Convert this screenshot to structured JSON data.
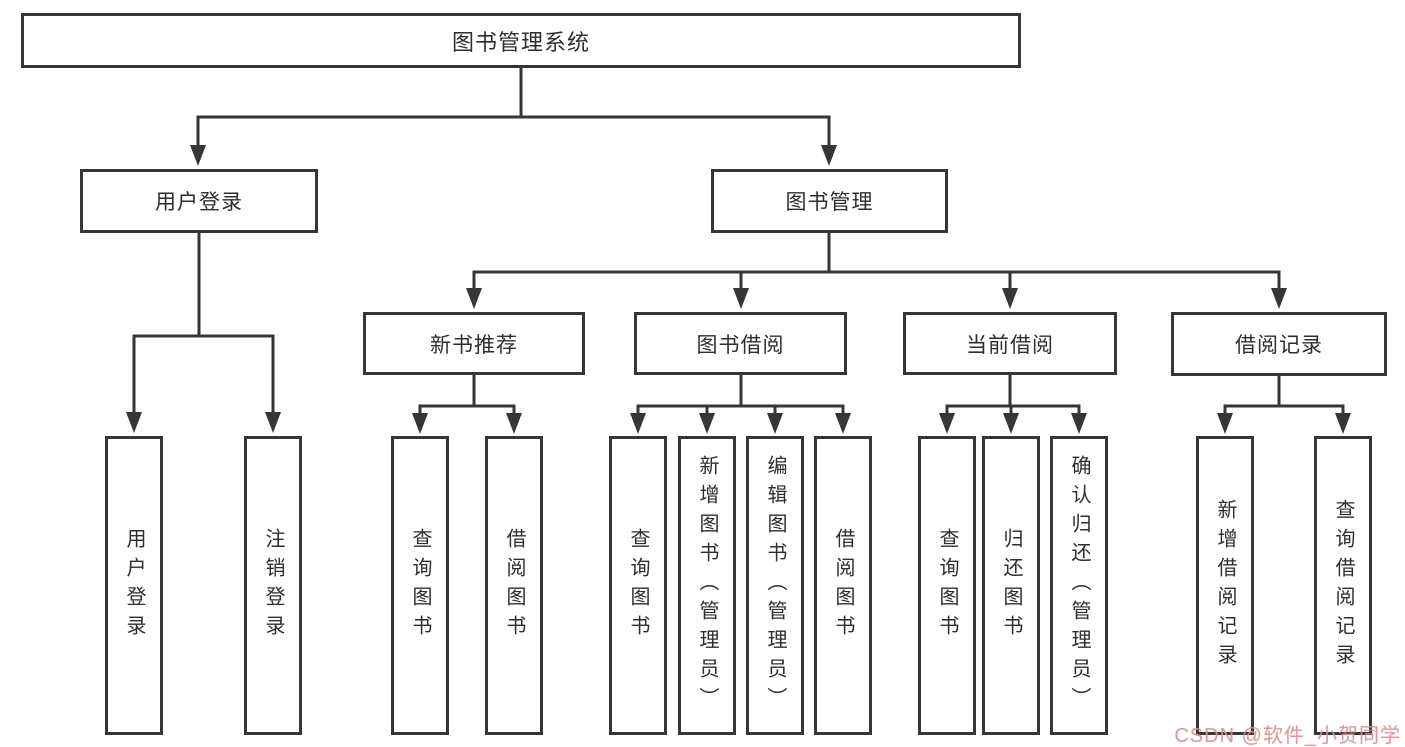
{
  "title": "图书管理系统",
  "tree": {
    "label": "图书管理系统",
    "children": [
      {
        "label": "用户登录",
        "children": [
          {
            "label": "用户登录"
          },
          {
            "label": "注销登录"
          }
        ]
      },
      {
        "label": "图书管理",
        "children": [
          {
            "label": "新书推荐",
            "children": [
              {
                "label": "查询图书"
              },
              {
                "label": "借阅图书"
              }
            ]
          },
          {
            "label": "图书借阅",
            "children": [
              {
                "label": "查询图书"
              },
              {
                "label": "新增图书（管理员）"
              },
              {
                "label": "编辑图书（管理员）"
              },
              {
                "label": "借阅图书"
              }
            ]
          },
          {
            "label": "当前借阅",
            "children": [
              {
                "label": "查询图书"
              },
              {
                "label": "归还图书"
              },
              {
                "label": "确认归还（管理员）"
              }
            ]
          },
          {
            "label": "借阅记录",
            "children": [
              {
                "label": "新增借阅记录"
              },
              {
                "label": "查询借阅记录"
              }
            ]
          }
        ]
      }
    ]
  },
  "watermark": {
    "text": "CSDN @软件_小贺同学",
    "color": "#de8c8c"
  },
  "colors": {
    "line": "#363636",
    "text": "#2e2e2e",
    "background": "#ffffff"
  }
}
